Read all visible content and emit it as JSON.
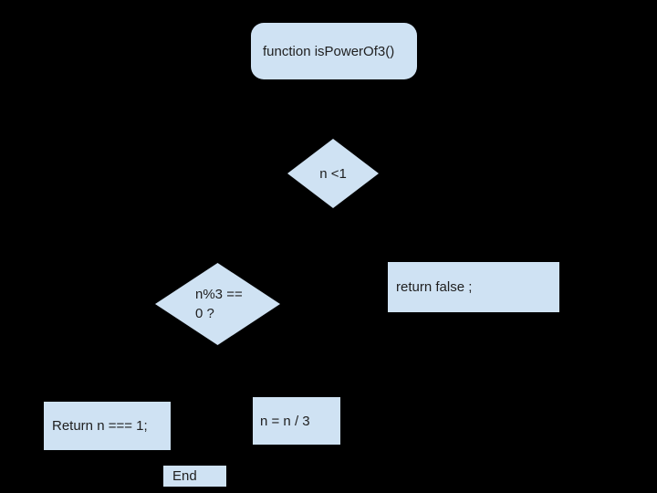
{
  "canvas": {
    "background_color": "#000000"
  },
  "style": {
    "shape_fill_color": "#cfe2f3",
    "text_color": "#1f1f1f"
  },
  "flowchart": {
    "nodes": {
      "start": {
        "shape": "rounded-rectangle",
        "label": "function isPowerOf3()"
      },
      "check_n_lt_1": {
        "shape": "diamond",
        "label": "n <1"
      },
      "return_false": {
        "shape": "rectangle",
        "label": "return false ;"
      },
      "check_n_mod_3": {
        "shape": "diamond",
        "label": "n%3 == 0 ?"
      },
      "return_n_eq_1": {
        "shape": "rectangle",
        "label": "Return n === 1;"
      },
      "divide_n_by_3": {
        "shape": "rectangle",
        "label": "n = n / 3"
      },
      "end": {
        "shape": "rectangle",
        "label": "End"
      }
    }
  }
}
